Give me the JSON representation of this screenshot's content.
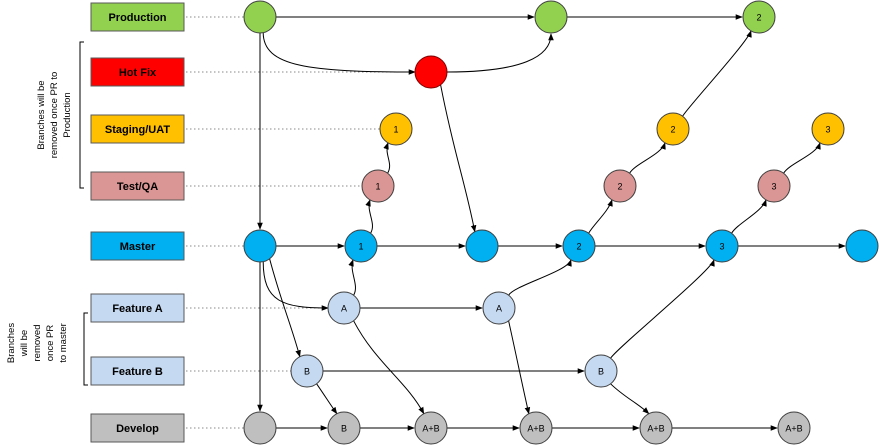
{
  "branches": [
    {
      "id": "production",
      "label": "Production",
      "fill": "#92d050"
    },
    {
      "id": "hotfix",
      "label": "Hot Fix",
      "fill": "#ff0000"
    },
    {
      "id": "staging",
      "label": "Staging/UAT",
      "fill": "#ffc000"
    },
    {
      "id": "test",
      "label": "Test/QA",
      "fill": "#da9694"
    },
    {
      "id": "master",
      "label": "Master",
      "fill": "#00b0f0"
    },
    {
      "id": "feature-a",
      "label": "Feature A",
      "fill": "#c5d9f1"
    },
    {
      "id": "feature-b",
      "label": "Feature B",
      "fill": "#c5d9f1"
    },
    {
      "id": "develop",
      "label": "Develop",
      "fill": "#bfbfbf"
    }
  ],
  "nodes": {
    "p1": {
      "branch": "production",
      "label": ""
    },
    "p2": {
      "branch": "production",
      "label": ""
    },
    "p3": {
      "branch": "production",
      "label": "2"
    },
    "h1": {
      "branch": "hotfix",
      "label": ""
    },
    "s1": {
      "branch": "staging",
      "label": "1"
    },
    "s2": {
      "branch": "staging",
      "label": "2"
    },
    "s3": {
      "branch": "staging",
      "label": "3"
    },
    "t1": {
      "branch": "test",
      "label": "1"
    },
    "t2": {
      "branch": "test",
      "label": "2"
    },
    "t3": {
      "branch": "test",
      "label": "3"
    },
    "m1": {
      "branch": "master",
      "label": ""
    },
    "m2": {
      "branch": "master",
      "label": "1"
    },
    "m3": {
      "branch": "master",
      "label": ""
    },
    "m4": {
      "branch": "master",
      "label": "2"
    },
    "m5": {
      "branch": "master",
      "label": "3"
    },
    "m6": {
      "branch": "master",
      "label": ""
    },
    "fa1": {
      "branch": "feature-a",
      "label": "A"
    },
    "fa2": {
      "branch": "feature-a",
      "label": "A"
    },
    "fb1": {
      "branch": "feature-b",
      "label": "B"
    },
    "fb2": {
      "branch": "feature-b",
      "label": "B"
    },
    "d1": {
      "branch": "develop",
      "label": ""
    },
    "d2": {
      "branch": "develop",
      "label": "B"
    },
    "d3": {
      "branch": "develop",
      "label": "A+B"
    },
    "d4": {
      "branch": "develop",
      "label": "A+B"
    },
    "d5": {
      "branch": "develop",
      "label": "A+B"
    },
    "d6": {
      "branch": "develop",
      "label": "A+B"
    }
  },
  "notes": {
    "release_branches": [
      "Branches will be",
      "removed once PR to",
      "Production"
    ],
    "feature_branches": [
      "Branches",
      "will be",
      "removed",
      "once PR",
      "to master"
    ]
  },
  "colors": {
    "edge": "#000000",
    "guide": "#8a8a8a",
    "node_stroke": "#1f4e79"
  }
}
